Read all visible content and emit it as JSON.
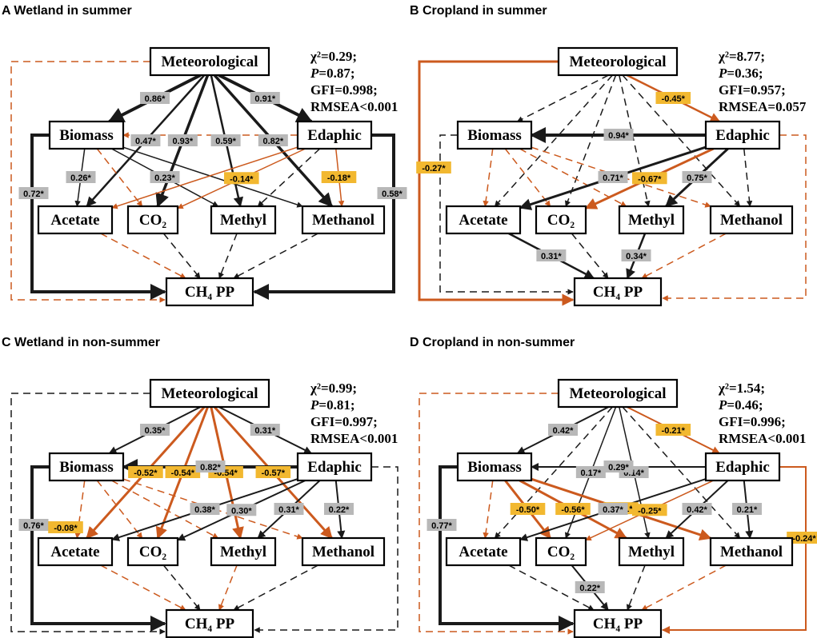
{
  "colors": {
    "positive": "#1a1a1a",
    "negative": "#cc5a1e",
    "label_bg_positive": "#b8b8b8",
    "label_bg_negative": "#f2b830"
  },
  "panels": [
    {
      "title": "A Wetland in summer",
      "stats": [
        "χ²=0.29;",
        "P=0.87;",
        "GFI=0.998;",
        "RMSEA<0.001"
      ],
      "nodes": {
        "met": "Meteorological",
        "bio": "Biomass",
        "eda": "Edaphic",
        "ace": "Acetate",
        "co2": "CO₂",
        "mey": "Methyl",
        "meo": "Methanol",
        "ch4": "CH₄ PP"
      },
      "paths": [
        {
          "from": "met",
          "to": "bio",
          "sign": "pos",
          "sig": true,
          "w": 4,
          "label": "0.86*"
        },
        {
          "from": "met",
          "to": "ace",
          "sign": "pos",
          "sig": true,
          "w": 2.5,
          "label": "0.47*"
        },
        {
          "from": "met",
          "to": "co2",
          "sign": "pos",
          "sig": true,
          "w": 3.5,
          "label": "0.93*"
        },
        {
          "from": "met",
          "to": "mey",
          "sign": "pos",
          "sig": true,
          "w": 2.5,
          "label": "0.59*"
        },
        {
          "from": "met",
          "to": "meo",
          "sign": "pos",
          "sig": true,
          "w": 3.5,
          "label": "0.82*"
        },
        {
          "from": "met",
          "to": "eda",
          "sign": "pos",
          "sig": true,
          "w": 4,
          "label": "0.91*"
        },
        {
          "from": "met",
          "to": "ch4",
          "sign": "neg",
          "sig": false,
          "w": 1.5,
          "label": "",
          "route": "left"
        },
        {
          "from": "eda",
          "to": "bio",
          "sign": "neg",
          "sig": false,
          "w": 1.5,
          "label": ""
        },
        {
          "from": "bio",
          "to": "ace",
          "sign": "pos",
          "sig": true,
          "w": 1.5,
          "label": "0.26*"
        },
        {
          "from": "bio",
          "to": "co2",
          "sign": "neg",
          "sig": false,
          "w": 1.5,
          "label": ""
        },
        {
          "from": "bio",
          "to": "mey",
          "sign": "pos",
          "sig": true,
          "w": 1.5,
          "label": "0.23*"
        },
        {
          "from": "bio",
          "to": "meo",
          "sign": "pos",
          "sig": true,
          "w": 1.5,
          "label": ""
        },
        {
          "from": "bio",
          "to": "ch4",
          "sign": "pos",
          "sig": true,
          "w": 4,
          "label": "0.72*",
          "route": "inleft"
        },
        {
          "from": "eda",
          "to": "ace",
          "sign": "neg",
          "sig": true,
          "w": 1.5,
          "label": ""
        },
        {
          "from": "eda",
          "to": "co2",
          "sign": "neg",
          "sig": true,
          "w": 1.5,
          "label": "-0.14*"
        },
        {
          "from": "eda",
          "to": "mey",
          "sign": "pos",
          "sig": false,
          "w": 1.5,
          "label": ""
        },
        {
          "from": "eda",
          "to": "meo",
          "sign": "neg",
          "sig": true,
          "w": 1.5,
          "label": "-0.18*"
        },
        {
          "from": "eda",
          "to": "ch4",
          "sign": "pos",
          "sig": true,
          "w": 4,
          "label": "0.58*",
          "route": "inright"
        },
        {
          "from": "ace",
          "to": "ch4",
          "sign": "neg",
          "sig": false,
          "w": 1.5,
          "label": ""
        },
        {
          "from": "co2",
          "to": "ch4",
          "sign": "pos",
          "sig": false,
          "w": 1.5,
          "label": ""
        },
        {
          "from": "mey",
          "to": "ch4",
          "sign": "pos",
          "sig": false,
          "w": 1.5,
          "label": ""
        },
        {
          "from": "meo",
          "to": "ch4",
          "sign": "pos",
          "sig": false,
          "w": 1.5,
          "label": ""
        }
      ]
    },
    {
      "title": "B Cropland in summer",
      "stats": [
        "χ²=8.77;",
        "P=0.36;",
        "GFI=0.957;",
        "RMSEA=0.057"
      ],
      "nodes": {
        "met": "Meteorological",
        "bio": "Biomass",
        "eda": "Edaphic",
        "ace": "Acetate",
        "co2": "CO₂",
        "mey": "Methyl",
        "meo": "Methanol",
        "ch4": "CH₄ PP"
      },
      "paths": [
        {
          "from": "met",
          "to": "bio",
          "sign": "pos",
          "sig": false,
          "w": 1.5,
          "label": ""
        },
        {
          "from": "met",
          "to": "ace",
          "sign": "pos",
          "sig": false,
          "w": 1.5,
          "label": ""
        },
        {
          "from": "met",
          "to": "co2",
          "sign": "pos",
          "sig": false,
          "w": 1.5,
          "label": ""
        },
        {
          "from": "met",
          "to": "mey",
          "sign": "pos",
          "sig": false,
          "w": 1.5,
          "label": ""
        },
        {
          "from": "met",
          "to": "meo",
          "sign": "pos",
          "sig": false,
          "w": 1.5,
          "label": ""
        },
        {
          "from": "met",
          "to": "eda",
          "sign": "neg",
          "sig": true,
          "w": 2.5,
          "label": "-0.45*"
        },
        {
          "from": "met",
          "to": "ch4",
          "sign": "neg",
          "sig": true,
          "w": 3,
          "label": "-0.27*",
          "route": "left"
        },
        {
          "from": "eda",
          "to": "bio",
          "sign": "pos",
          "sig": true,
          "w": 4,
          "label": "0.94*"
        },
        {
          "from": "bio",
          "to": "ace",
          "sign": "neg",
          "sig": false,
          "w": 1.5,
          "label": ""
        },
        {
          "from": "bio",
          "to": "co2",
          "sign": "neg",
          "sig": false,
          "w": 1.5,
          "label": ""
        },
        {
          "from": "bio",
          "to": "mey",
          "sign": "neg",
          "sig": false,
          "w": 1.5,
          "label": ""
        },
        {
          "from": "bio",
          "to": "meo",
          "sign": "neg",
          "sig": false,
          "w": 1.5,
          "label": ""
        },
        {
          "from": "bio",
          "to": "ch4",
          "sign": "pos",
          "sig": false,
          "w": 1.5,
          "label": "",
          "route": "inleft"
        },
        {
          "from": "eda",
          "to": "ace",
          "sign": "pos",
          "sig": true,
          "w": 3,
          "label": "0.71*"
        },
        {
          "from": "eda",
          "to": "co2",
          "sign": "neg",
          "sig": true,
          "w": 3,
          "label": "-0.67*"
        },
        {
          "from": "eda",
          "to": "mey",
          "sign": "pos",
          "sig": true,
          "w": 3,
          "label": "0.75*"
        },
        {
          "from": "eda",
          "to": "meo",
          "sign": "pos",
          "sig": false,
          "w": 1.5,
          "label": ""
        },
        {
          "from": "eda",
          "to": "ch4",
          "sign": "neg",
          "sig": false,
          "w": 1.5,
          "label": "",
          "route": "outright"
        },
        {
          "from": "ace",
          "to": "ch4",
          "sign": "pos",
          "sig": true,
          "w": 2.5,
          "label": "0.31*"
        },
        {
          "from": "co2",
          "to": "ch4",
          "sign": "pos",
          "sig": false,
          "w": 1.5,
          "label": ""
        },
        {
          "from": "mey",
          "to": "ch4",
          "sign": "pos",
          "sig": true,
          "w": 2.5,
          "label": "0.34*"
        },
        {
          "from": "meo",
          "to": "ch4",
          "sign": "neg",
          "sig": false,
          "w": 1.5,
          "label": ""
        }
      ]
    },
    {
      "title": "C Wetland in non-summer",
      "stats": [
        "χ²=0.99;",
        "P=0.81;",
        "GFI=0.997;",
        "RMSEA<0.001"
      ],
      "nodes": {
        "met": "Meteorological",
        "bio": "Biomass",
        "eda": "Edaphic",
        "ace": "Acetate",
        "co2": "CO₂",
        "mey": "Methyl",
        "meo": "Methanol",
        "ch4": "CH₄ PP"
      },
      "paths": [
        {
          "from": "met",
          "to": "bio",
          "sign": "pos",
          "sig": true,
          "w": 2,
          "label": "0.35*"
        },
        {
          "from": "met",
          "to": "ace",
          "sign": "neg",
          "sig": true,
          "w": 3,
          "label": "-0.52*"
        },
        {
          "from": "met",
          "to": "co2",
          "sign": "neg",
          "sig": true,
          "w": 3,
          "label": "-0.54*"
        },
        {
          "from": "met",
          "to": "mey",
          "sign": "neg",
          "sig": true,
          "w": 3,
          "label": "-0.54*"
        },
        {
          "from": "met",
          "to": "meo",
          "sign": "neg",
          "sig": true,
          "w": 3,
          "label": "-0.57*"
        },
        {
          "from": "met",
          "to": "eda",
          "sign": "pos",
          "sig": true,
          "w": 2,
          "label": "0.31*"
        },
        {
          "from": "met",
          "to": "ch4",
          "sign": "pos",
          "sig": false,
          "w": 1.5,
          "label": "",
          "route": "left"
        },
        {
          "from": "eda",
          "to": "bio",
          "sign": "pos",
          "sig": true,
          "w": 4,
          "label": "0.82*"
        },
        {
          "from": "bio",
          "to": "ace",
          "sign": "neg",
          "sig": false,
          "w": 1.5,
          "label": ""
        },
        {
          "from": "bio",
          "to": "co2",
          "sign": "neg",
          "sig": false,
          "w": 1.5,
          "label": ""
        },
        {
          "from": "bio",
          "to": "mey",
          "sign": "neg",
          "sig": false,
          "w": 1.5,
          "label": ""
        },
        {
          "from": "bio",
          "to": "meo",
          "sign": "neg",
          "sig": false,
          "w": 1.5,
          "label": ""
        },
        {
          "from": "bio",
          "to": "ch4",
          "sign": "pos",
          "sig": true,
          "w": 4,
          "label": "0.76*",
          "route": "inleft"
        },
        {
          "from": "eda",
          "to": "ace",
          "sign": "pos",
          "sig": true,
          "w": 2,
          "label": "0.38*"
        },
        {
          "from": "eda",
          "to": "co2",
          "sign": "pos",
          "sig": true,
          "w": 2,
          "label": "0.30*"
        },
        {
          "from": "eda",
          "to": "mey",
          "sign": "pos",
          "sig": true,
          "w": 2,
          "label": "0.31*"
        },
        {
          "from": "eda",
          "to": "meo",
          "sign": "pos",
          "sig": true,
          "w": 2,
          "label": "0.22*"
        },
        {
          "from": "eda",
          "to": "ch4",
          "sign": "pos",
          "sig": false,
          "w": 1.5,
          "label": "",
          "route": "outright"
        },
        {
          "from": "ace",
          "to": "ch4",
          "sign": "neg",
          "sig": false,
          "w": 1.5,
          "label": ""
        },
        {
          "from": "co2",
          "to": "ch4",
          "sign": "pos",
          "sig": false,
          "w": 1.5,
          "label": ""
        },
        {
          "from": "mey",
          "to": "ch4",
          "sign": "neg",
          "sig": false,
          "w": 1.5,
          "label": ""
        },
        {
          "from": "meo",
          "to": "ch4",
          "sign": "pos",
          "sig": false,
          "w": 1.5,
          "label": ""
        },
        {
          "from": "co2",
          "to": "ace",
          "sign": "neg",
          "sig": true,
          "w": 1.5,
          "label": "-0.08*",
          "virtual": true
        }
      ]
    },
    {
      "title": "D Cropland in non-summer",
      "stats": [
        "χ²=1.54;",
        "P=0.46;",
        "GFI=0.996;",
        "RMSEA<0.001"
      ],
      "nodes": {
        "met": "Meteorological",
        "bio": "Biomass",
        "eda": "Edaphic",
        "ace": "Acetate",
        "co2": "CO₂",
        "mey": "Methyl",
        "meo": "Methanol",
        "ch4": "CH₄ PP"
      },
      "paths": [
        {
          "from": "met",
          "to": "bio",
          "sign": "pos",
          "sig": true,
          "w": 2,
          "label": "0.42*"
        },
        {
          "from": "met",
          "to": "ace",
          "sign": "pos",
          "sig": false,
          "w": 1.5,
          "label": ""
        },
        {
          "from": "met",
          "to": "co2",
          "sign": "pos",
          "sig": true,
          "w": 1.5,
          "label": "0.17*"
        },
        {
          "from": "met",
          "to": "mey",
          "sign": "pos",
          "sig": true,
          "w": 1.5,
          "label": "0.14*"
        },
        {
          "from": "met",
          "to": "meo",
          "sign": "pos",
          "sig": false,
          "w": 1.5,
          "label": ""
        },
        {
          "from": "met",
          "to": "eda",
          "sign": "neg",
          "sig": true,
          "w": 2,
          "label": "-0.21*"
        },
        {
          "from": "met",
          "to": "ch4",
          "sign": "neg",
          "sig": false,
          "w": 1.5,
          "label": "",
          "route": "left"
        },
        {
          "from": "eda",
          "to": "bio",
          "sign": "pos",
          "sig": true,
          "w": 2,
          "label": "0.29*"
        },
        {
          "from": "bio",
          "to": "ace",
          "sign": "neg",
          "sig": false,
          "w": 1.5,
          "label": ""
        },
        {
          "from": "bio",
          "to": "co2",
          "sign": "neg",
          "sig": true,
          "w": 3,
          "label": "-0.50*"
        },
        {
          "from": "bio",
          "to": "mey",
          "sign": "neg",
          "sig": true,
          "w": 3,
          "label": "-0.56*"
        },
        {
          "from": "bio",
          "to": "meo",
          "sign": "neg",
          "sig": true,
          "w": 3,
          "label": "-0.51*"
        },
        {
          "from": "bio",
          "to": "ch4",
          "sign": "pos",
          "sig": true,
          "w": 4,
          "label": "0.77*",
          "route": "inleft"
        },
        {
          "from": "eda",
          "to": "ace",
          "sign": "pos",
          "sig": true,
          "w": 2,
          "label": "0.37*"
        },
        {
          "from": "eda",
          "to": "co2",
          "sign": "neg",
          "sig": true,
          "w": 1.5,
          "label": "-0.25*"
        },
        {
          "from": "eda",
          "to": "mey",
          "sign": "pos",
          "sig": true,
          "w": 2,
          "label": "0.42*"
        },
        {
          "from": "eda",
          "to": "meo",
          "sign": "pos",
          "sig": true,
          "w": 2,
          "label": "0.21*"
        },
        {
          "from": "eda",
          "to": "ch4",
          "sign": "neg",
          "sig": true,
          "w": 2,
          "label": "-0.24*",
          "route": "outright"
        },
        {
          "from": "ace",
          "to": "ch4",
          "sign": "pos",
          "sig": false,
          "w": 1.5,
          "label": ""
        },
        {
          "from": "co2",
          "to": "ch4",
          "sign": "pos",
          "sig": true,
          "w": 2,
          "label": "0.22*"
        },
        {
          "from": "mey",
          "to": "ch4",
          "sign": "pos",
          "sig": false,
          "w": 1.5,
          "label": ""
        },
        {
          "from": "meo",
          "to": "ch4",
          "sign": "neg",
          "sig": false,
          "w": 1.5,
          "label": ""
        }
      ]
    }
  ]
}
